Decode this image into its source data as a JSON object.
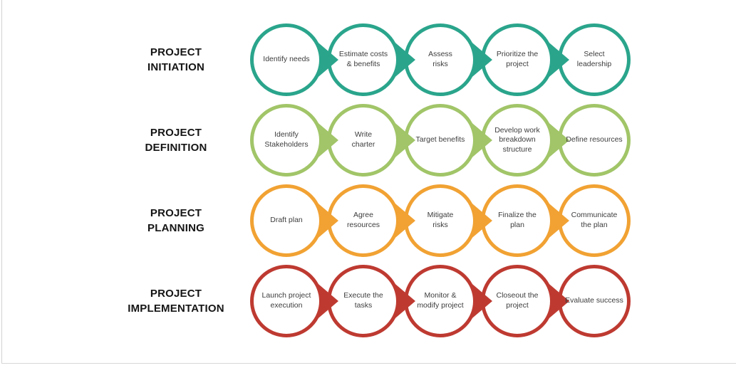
{
  "diagram": {
    "type": "process-flow",
    "background": "#ffffff",
    "page_edge_color": "#d2d2d2"
  },
  "phases": [
    {
      "label": "PROJECT\nINITIATION",
      "color": "#2AA58C",
      "steps": [
        "Identify needs",
        "Estimate costs\n& benefits",
        "Assess\nrisks",
        "Prioritize the\nproject",
        "Select\nleadership"
      ]
    },
    {
      "label": "PROJECT\nDEFINITION",
      "color": "#A1C568",
      "steps": [
        "Identify\nStakeholders",
        "Write\ncharter",
        "Target benefits",
        "Develop work\nbreakdown\nstructure",
        "Define resources"
      ]
    },
    {
      "label": "PROJECT\nPLANNING",
      "color": "#F1A233",
      "steps": [
        "Draft plan",
        "Agree\nresources",
        "Mitigate\nrisks",
        "Finalize the\nplan",
        "Communicate\nthe plan"
      ]
    },
    {
      "label": "PROJECT\nIMPLEMENTATION",
      "color": "#BE3A31",
      "steps": [
        "Launch project\nexecution",
        "Execute the\ntasks",
        "Monitor &\nmodify project",
        "Closeout the\nproject",
        "Evaluate success"
      ]
    }
  ]
}
